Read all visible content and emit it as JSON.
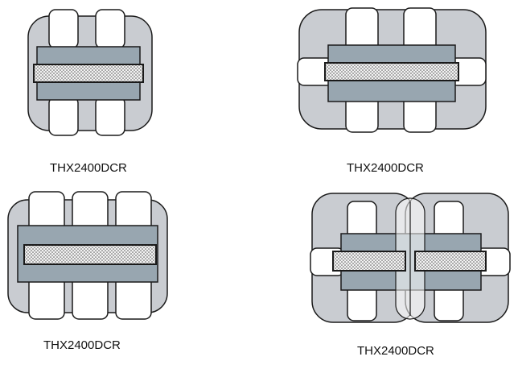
{
  "colors": {
    "body_fill": "#c9ccd1",
    "inner_fill": "#98a6b0",
    "outline": "#1a1a1a",
    "tab_fill": "#ffffff",
    "dotted_fill": "#f2f2f2",
    "dotted_dot": "#555555"
  },
  "diagrams": [
    {
      "label": "THX2400DCR",
      "variant": "two-by-two"
    },
    {
      "label": "THX2400DCR",
      "variant": "three-with-side-tabs"
    },
    {
      "label": "THX2400DCR",
      "variant": "three-by-three"
    },
    {
      "label": "THX2400DCR",
      "variant": "dual-split"
    }
  ]
}
